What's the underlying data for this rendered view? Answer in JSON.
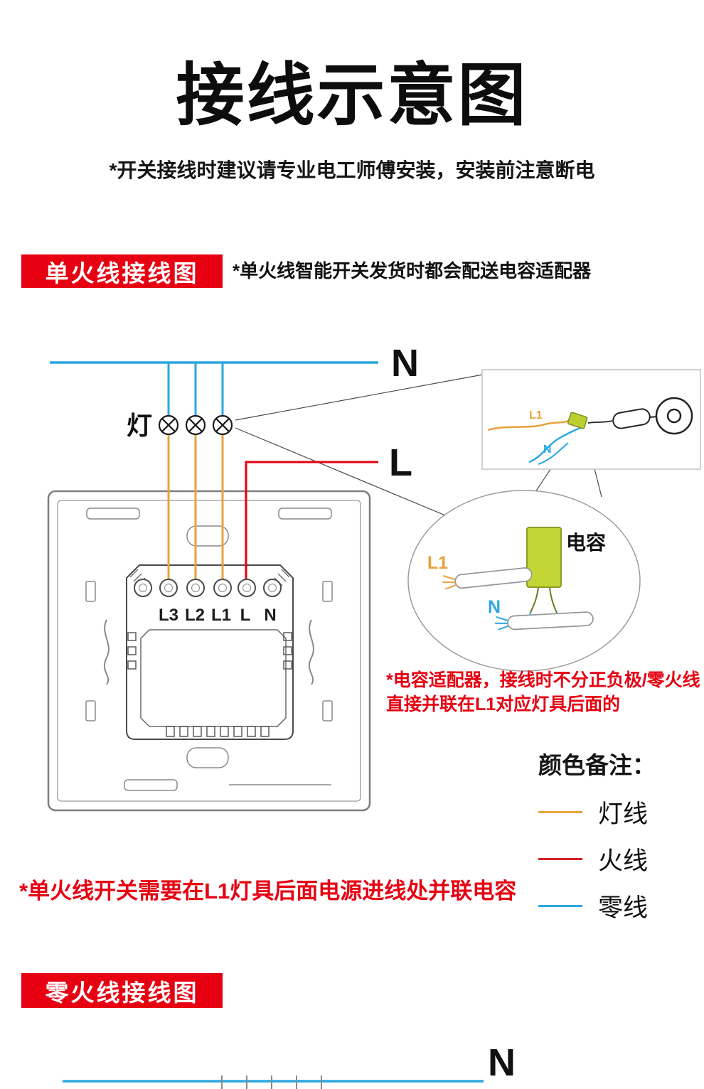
{
  "page": {
    "title": "接线示意图",
    "subtitle": "*开关接线时建议请专业电工师傅安装，安装前注意断电"
  },
  "single_live_section": {
    "badge": "单火线接线图",
    "badge_note": "*单火线智能开关发货时都会配送电容适配器",
    "diagram": {
      "neutral_label": "N",
      "live_label": "L",
      "lamp_label": "灯",
      "terminal_labels": [
        "L3",
        "L2",
        "L1",
        "L",
        "N"
      ]
    },
    "inset": {
      "l1_label": "L1",
      "n_label": "N"
    },
    "callout": {
      "capacitor_label": "电容",
      "l1_label": "L1",
      "n_label": "N"
    },
    "capacitor_note": {
      "line1": "*电容适配器，接线时不分正负极/零火线",
      "line2": "直接并联在L1对应灯具后面的"
    },
    "legend": {
      "title": "颜色备注：",
      "items": [
        {
          "label": "灯线",
          "color": "#e8a23d"
        },
        {
          "label": "火线",
          "color": "#d0242c"
        },
        {
          "label": "零线",
          "color": "#2ba7e0"
        }
      ]
    },
    "footnote": "*单火线开关需要在L1灯具后面电源进线处并联电容"
  },
  "neutral_live_section": {
    "badge": "零火线接线图",
    "diagram": {
      "neutral_label": "N"
    }
  },
  "colors": {
    "brand_red": "#e60012",
    "lamp_wire_orange": "#e8a23d",
    "live_wire_red": "#e60012",
    "neutral_wire_blue": "#2ba7e0",
    "capacitor_green": "#c3d635"
  }
}
